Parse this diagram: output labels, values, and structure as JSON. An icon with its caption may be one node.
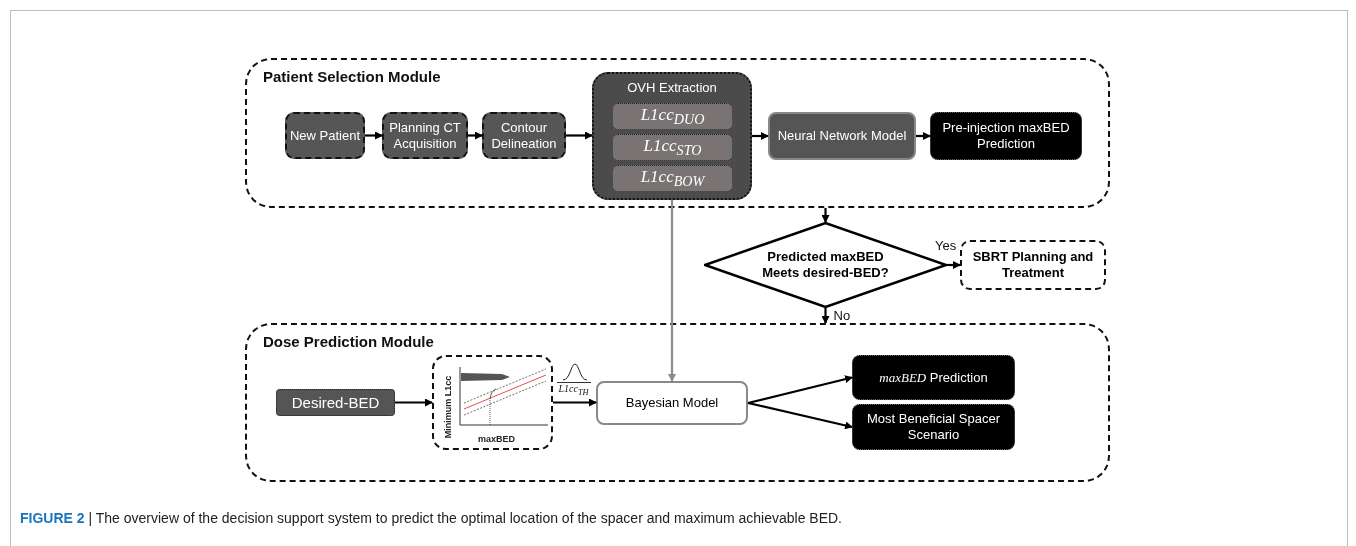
{
  "diagram": {
    "caption": "**FIGURE 2** | The overview of the decision support system to predict the optimal location of the spacer and maximum achievable BED.",
    "nodes": [
      {
        "text": [
          "Patient Selection Module"
        ]
      },
      {
        "text": [
          "New Patient"
        ],
        "in": 0
      },
      {
        "text": [
          "Planning CT Acquisition"
        ],
        "in": 0
      },
      {
        "text": [
          "Contour Delineation"
        ],
        "in": 0
      },
      {
        "text": [
          "OVH Extraction"
        ],
        "in": 0
      },
      {
        "text": [
          "L1cc$_{DUO}$"
        ],
        "in": 4
      },
      {
        "text": [
          "L1cc$_{STO}$"
        ],
        "in": 4
      },
      {
        "text": [
          "L1cc$_{BOW}$"
        ],
        "in": 4
      },
      {
        "text": [
          "Neural Network Model"
        ],
        "in": 0
      },
      {
        "text": [
          "Pre-injection maxBED Prediction"
        ],
        "in": 0
      },
      {
        "text": [
          "Predicted maxBED Meets desired-BED?"
        ]
      },
      {
        "text": [
          "SBRT Planning and Treatment"
        ]
      },
      {
        "text": [
          "Dose Prediction Module"
        ]
      },
      {
        "text": [
          "Desired-BED"
        ],
        "in": 12
      },
      {
        "text": [
          "Minimum L1cc",
          "maxBED"
        ],
        "in": 12
      },
      {
        "text": [
          "Bayesian Model"
        ],
        "in": 12
      },
      {
        "text": [
          "*maxBED* Prediction"
        ],
        "in": 12
      },
      {
        "text": [
          "Most Beneficial Spacer Scenario"
        ],
        "in": 12
      }
    ],
    "edges": [
      {
        "from": 1,
        "to": 2,
        "arrow": "to"
      },
      {
        "from": 2,
        "to": 3,
        "arrow": "to"
      },
      {
        "from": 3,
        "to": 4,
        "arrow": "to"
      },
      {
        "from": 4,
        "to": 8,
        "arrow": "to"
      },
      {
        "from": 8,
        "to": 9,
        "arrow": "to"
      },
      {
        "from": 0,
        "to": 10,
        "arrow": "to"
      },
      {
        "from": 10,
        "to": 11,
        "arrow": "to",
        "label": "Yes"
      },
      {
        "from": 10,
        "to": 12,
        "arrow": "to",
        "label": "No"
      },
      {
        "from": 4,
        "to": 15,
        "arrow": "to",
        "color": "#8c8c8c"
      },
      {
        "from": 13,
        "to": 14,
        "arrow": "to"
      },
      {
        "from": 14,
        "to": 15,
        "arrow": "to",
        "label": "L1cc$_{TH}$"
      },
      {
        "from": 15,
        "to": 16,
        "arrow": "to"
      },
      {
        "from": 15,
        "to": 17,
        "arrow": "to"
      }
    ]
  }
}
